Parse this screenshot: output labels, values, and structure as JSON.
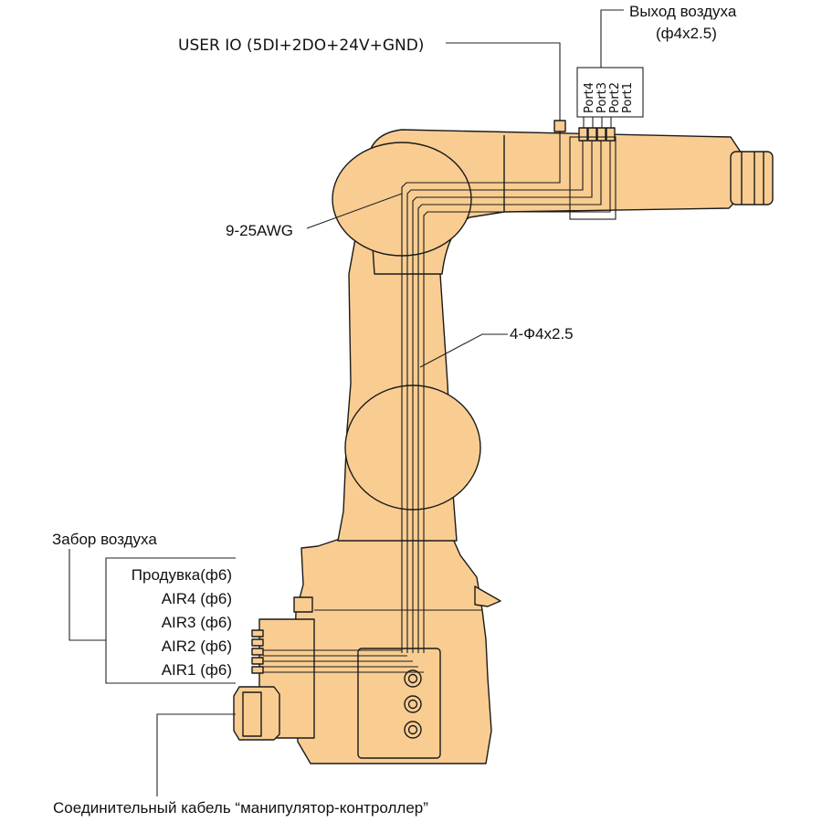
{
  "labels": {
    "user_io": "USER IO (5DI+2DO+24V+GND)",
    "air_out_title": "Выход воздуха",
    "air_out_size": "(ф4x2.5)",
    "port4": "Port4",
    "port3": "Port3",
    "port2": "Port2",
    "port1": "Port1",
    "awg": "9-25AWG",
    "tubes": "4-Ф4x2.5",
    "air_in_title": "Забор воздуха",
    "purge": "Продувка(ф6)",
    "air4": "AIR4 (ф6)",
    "air3": "AIR3 (ф6)",
    "air2": "AIR2 (ф6)",
    "air1": "AIR1 (ф6)",
    "cable": "Соединительный кабель “манипулятор-контроллер”"
  },
  "colors": {
    "robot_fill": "#f9cd91",
    "robot_stroke": "#1a1a1a",
    "leader_line": "#222222"
  }
}
